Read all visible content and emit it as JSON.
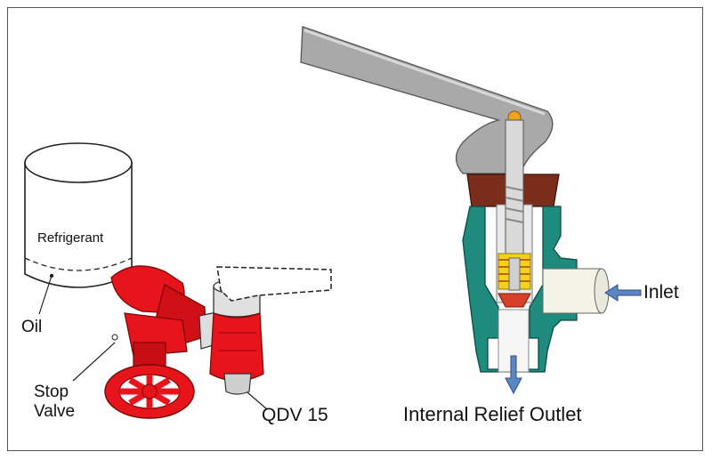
{
  "labels": {
    "refrigerant": "Refrigerant",
    "oil": "Oil",
    "stop_line1": "Stop",
    "stop_line2": "Valve",
    "qdv": "QDV 15",
    "inlet": "Inlet",
    "outlet": "Internal Relief Outlet"
  },
  "colors": {
    "valve_red": "#e8141b",
    "handle_gray": "#a9a9a9",
    "body_teal": "#1f8a7e",
    "bonnet_brown": "#7b2d1c",
    "spring_yellow": "#f2d21e",
    "arrow_blue": "#5b86c5"
  }
}
